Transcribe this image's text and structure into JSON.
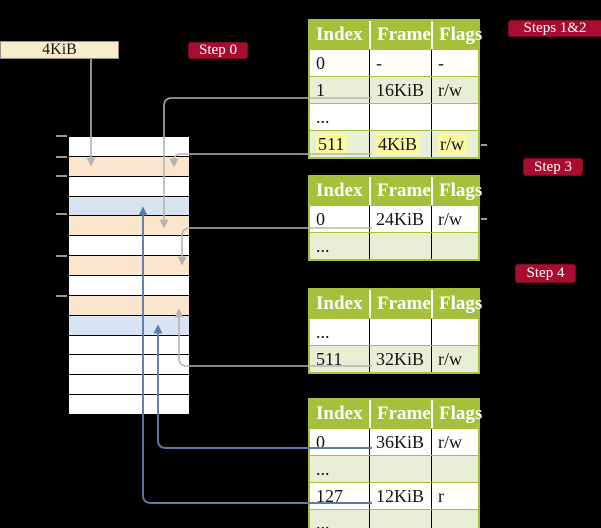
{
  "colors": {
    "background": "#000000",
    "table_header_green": "#a4c13c",
    "table_border_green": "#a4c13c",
    "table_row_green": "#e9eed6",
    "highlight_yellow": "#fbf8a5",
    "badge_red": "#a80d30",
    "box_beige": "#f9ecca",
    "frame_peach": "#fce5cd",
    "frame_blue": "#d9e4f3",
    "arrow_gray": "#b3b3b3",
    "arrow_blue": "#5b7cab",
    "tick_gray": "#999999",
    "text_dark": "#141414",
    "text_white": "#ffffff"
  },
  "cr3_box": {
    "label": "4KiB"
  },
  "badges": {
    "step0": "Step 0",
    "steps12": "Steps 1&2",
    "step3": "Step 3",
    "step4": "Step 4"
  },
  "memory": {
    "rows": [
      "white",
      "peach",
      "white",
      "blue",
      "peach",
      "white",
      "peach",
      "white",
      "peach",
      "blue",
      "white",
      "white",
      "white",
      "white"
    ]
  },
  "page_tables": [
    {
      "name": "level-4-table",
      "columns": [
        "Index",
        "Frame",
        "Flags"
      ],
      "rows": [
        {
          "cells": [
            "0",
            "-",
            "-"
          ],
          "shaded": false,
          "highlight": false
        },
        {
          "cells": [
            "1",
            "16KiB",
            "r/w"
          ],
          "shaded": true,
          "highlight": false
        },
        {
          "cells": [
            "...",
            "",
            ""
          ],
          "shaded": false,
          "highlight": false
        },
        {
          "cells": [
            "511",
            "4KiB",
            "r/w"
          ],
          "shaded": true,
          "highlight": true
        }
      ]
    },
    {
      "name": "level-3-table",
      "columns": [
        "Index",
        "Frame",
        "Flags"
      ],
      "rows": [
        {
          "cells": [
            "0",
            "24KiB",
            "r/w"
          ],
          "shaded": false,
          "highlight": false
        },
        {
          "cells": [
            "...",
            "",
            ""
          ],
          "shaded": true,
          "highlight": false
        }
      ]
    },
    {
      "name": "level-2-table",
      "columns": [
        "Index",
        "Frame",
        "Flags"
      ],
      "rows": [
        {
          "cells": [
            "...",
            "",
            ""
          ],
          "shaded": false,
          "highlight": false
        },
        {
          "cells": [
            "511",
            "32KiB",
            "r/w"
          ],
          "shaded": true,
          "highlight": false
        }
      ]
    },
    {
      "name": "level-1-table",
      "columns": [
        "Index",
        "Frame",
        "Flags"
      ],
      "rows": [
        {
          "cells": [
            "0",
            "36KiB",
            "r/w"
          ],
          "shaded": false,
          "highlight": false
        },
        {
          "cells": [
            "...",
            "",
            ""
          ],
          "shaded": true,
          "highlight": false
        },
        {
          "cells": [
            "127",
            "12KiB",
            "r"
          ],
          "shaded": false,
          "highlight": false
        },
        {
          "cells": [
            "...",
            "",
            ""
          ],
          "shaded": true,
          "highlight": false
        }
      ]
    }
  ]
}
